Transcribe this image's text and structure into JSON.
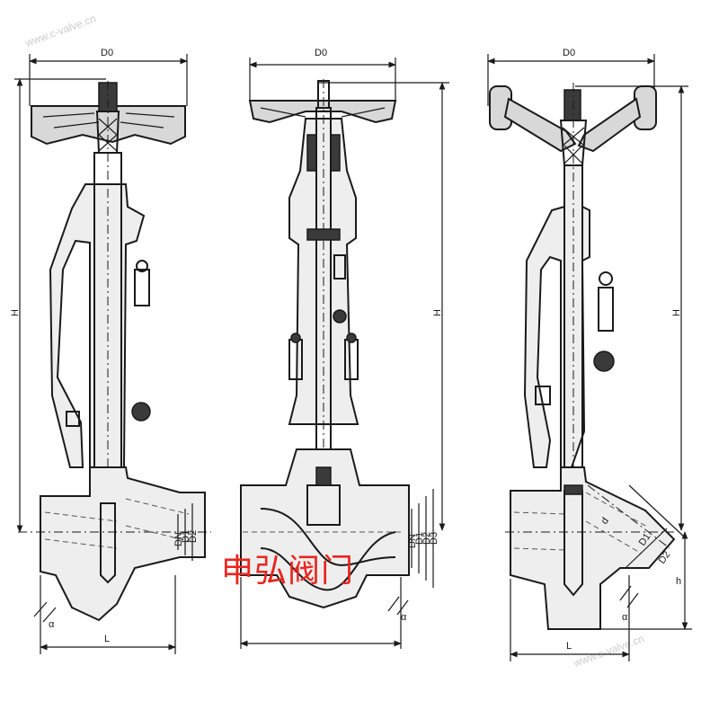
{
  "watermark_top": "www.c-valve.cn",
  "watermark_bottom": "www.c-valve.cn",
  "brand_text": "申弘阀门",
  "views": [
    {
      "id": "left",
      "labels": {
        "top": "D0",
        "height": "H",
        "length": "L",
        "dn": "DN",
        "d1": "D1",
        "d2": "D2",
        "angle": "α"
      }
    },
    {
      "id": "middle",
      "labels": {
        "top": "D0",
        "height": "H",
        "dn": "DN",
        "d1": "D1",
        "d2": "D2",
        "d3": "D3",
        "angle": "α"
      }
    },
    {
      "id": "right",
      "labels": {
        "top": "D0",
        "height": "H",
        "length": "L",
        "d": "d",
        "d1": "D1",
        "d2": "D2",
        "h": "h",
        "angle": "α"
      }
    }
  ]
}
